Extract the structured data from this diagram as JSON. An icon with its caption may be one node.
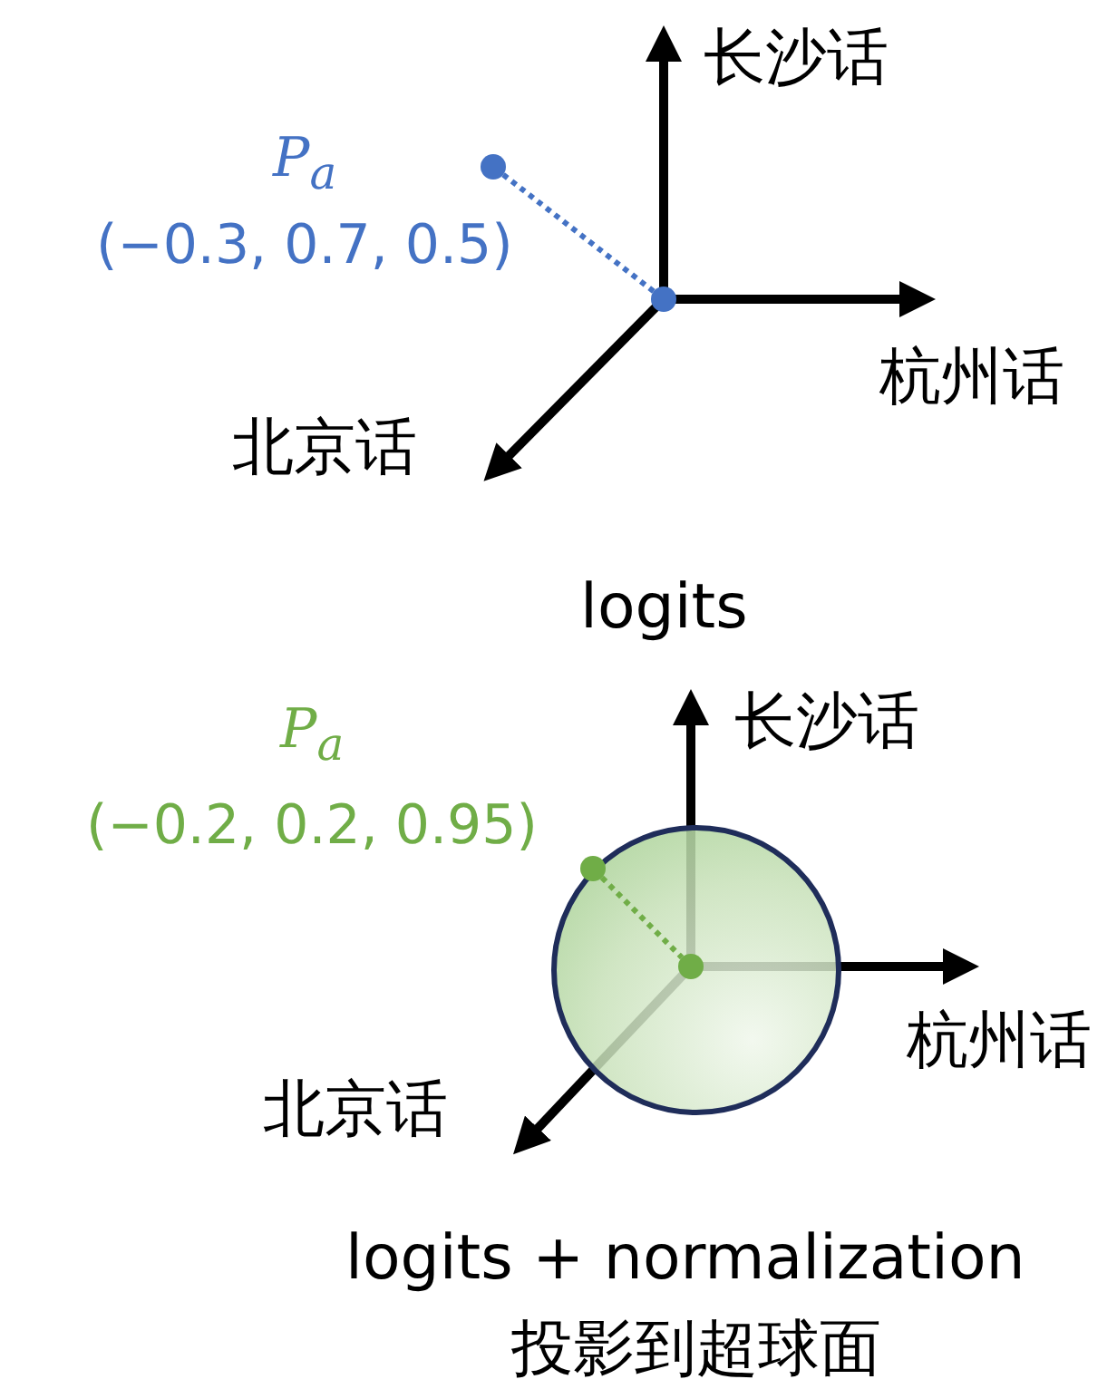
{
  "diagram": {
    "nodes": [
      {
        "text": [],
        "shape": "circle",
        "beside": [
          "P$_{a}$",
          "(−0.3, 0.7, 0.5)"
        ]
      },
      {
        "text": [],
        "shape": "circle"
      },
      {
        "text": [],
        "shape": "circle"
      },
      {
        "text": [],
        "shape": "circle",
        "beside": [
          "P$_{a}$",
          "(−0.2, 0.2, 0.95)"
        ],
        "in": 2
      },
      {
        "text": [],
        "shape": "circle",
        "in": 2
      }
    ],
    "edges": [
      {
        "from": 0,
        "to": 1,
        "arrow": "none",
        "style": "dashed",
        "color": "#4472c4"
      },
      {
        "from": 3,
        "to": 4,
        "arrow": "none",
        "style": "dashed",
        "color": "#70ad47"
      }
    ],
    "labels": [
      "长沙话",
      "杭州话",
      "北京话",
      "logits",
      "长沙话",
      "杭州话",
      "北京话",
      "logits + normalization",
      "投影到超球面"
    ]
  }
}
